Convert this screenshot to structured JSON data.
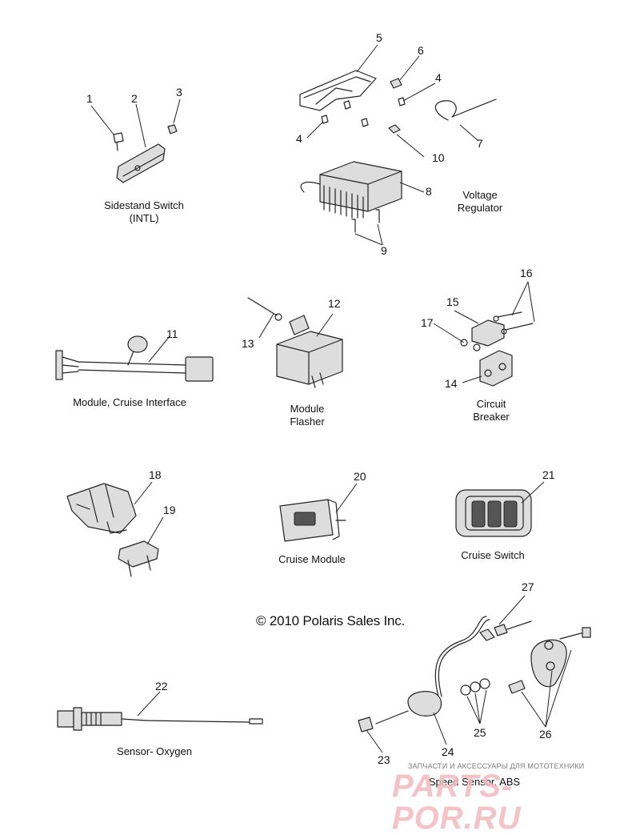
{
  "callouts": {
    "n1": "1",
    "n2": "2",
    "n3": "3",
    "n4a": "4",
    "n4b": "4",
    "n5": "5",
    "n6": "6",
    "n7": "7",
    "n8": "8",
    "n9": "9",
    "n10": "10",
    "n11": "11",
    "n12": "12",
    "n13": "13",
    "n14": "14",
    "n15": "15",
    "n16": "16",
    "n17": "17",
    "n18": "18",
    "n19": "19",
    "n20": "20",
    "n21": "21",
    "n22": "22",
    "n23": "23",
    "n24": "24",
    "n25": "25",
    "n26": "26",
    "n27": "27"
  },
  "captions": {
    "sidestand_line1": "Sidestand Switch",
    "sidestand_line2": "(INTL)",
    "voltage_line1": "Voltage",
    "voltage_line2": "Regulator",
    "cruise_interface": "Module, Cruise Interface",
    "flasher_line1": "Module",
    "flasher_line2": "Flasher",
    "breaker_line1": "Circuit",
    "breaker_line2": "Breaker",
    "cruise_module": "Cruise Module",
    "cruise_switch": "Cruise Switch",
    "oxygen": "Sensor- Oxygen",
    "speed_sensor": "Speed Sensor, ABS"
  },
  "copyright": "© 2010 Polaris Sales Inc.",
  "watermark": {
    "small": "ЗАПЧАСТИ И АКСЕССУАРЫ ДЛЯ МОТОТЕХНИКИ",
    "logo": "PARTS-POR.RU"
  }
}
